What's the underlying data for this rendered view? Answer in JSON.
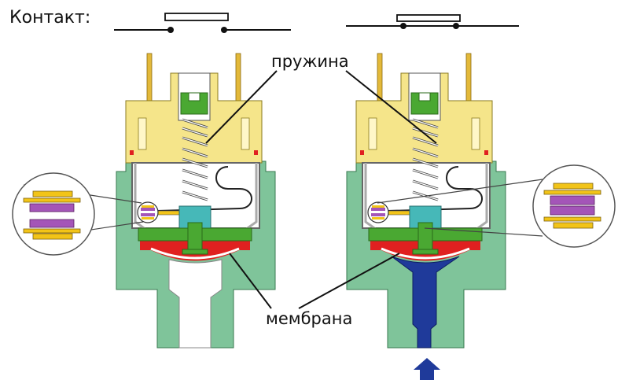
{
  "labels": {
    "contact": "Контакт:",
    "spring": "пружина",
    "membrane": "мембрана"
  },
  "states": [
    {
      "name": "open",
      "pressure_applied": false
    },
    {
      "name": "closed",
      "pressure_applied": true
    }
  ],
  "colors": {
    "body": "#7fc49a",
    "cap": "#f5e58a",
    "plate": "#4aa832",
    "membrane": "#e02020",
    "pusher": "#46b8b8",
    "pressure": "#1f3a9a",
    "contact_purple": "#a455b8",
    "contact_gold": "#f2c418"
  }
}
